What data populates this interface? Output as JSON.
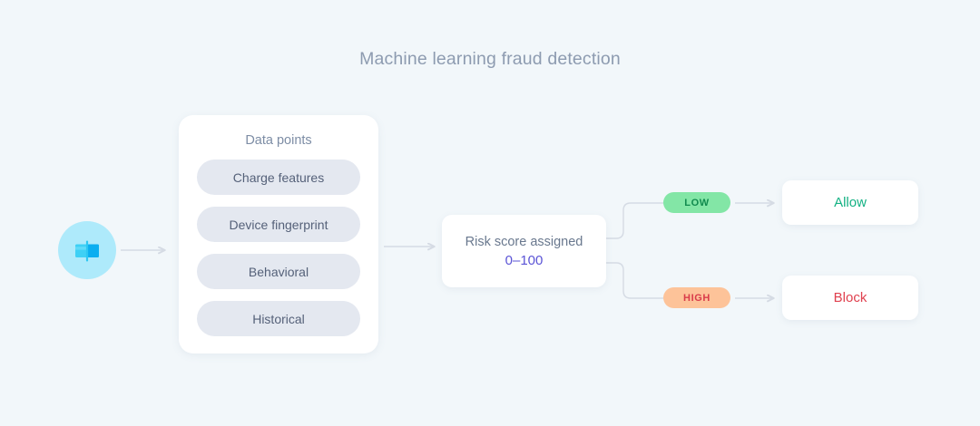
{
  "diagram": {
    "title": "Machine learning fraud detection",
    "background_color": "#f2f7fa",
    "source": {
      "icon": "credit-card-icon",
      "circle_color": "#aeeafb",
      "card_color": "#3ed0f5",
      "card_accent_color": "#0aaef0"
    },
    "data_card": {
      "heading": "Data points",
      "items": [
        {
          "label": "Charge features"
        },
        {
          "label": "Device fingerprint"
        },
        {
          "label": "Behavioral"
        },
        {
          "label": "Historical"
        }
      ],
      "pill_color": "#e4e8f0",
      "pill_text_color": "#556179"
    },
    "risk": {
      "label": "Risk score assigned",
      "range": "0–100",
      "range_color": "#5b54d6"
    },
    "branches": [
      {
        "badge": "LOW",
        "badge_color": "#83e6a6",
        "badge_text_color": "#118a4e",
        "outcome": "Allow",
        "outcome_color": "#13b183"
      },
      {
        "badge": "HIGH",
        "badge_color": "#fdc399",
        "badge_text_color": "#d93c4a",
        "outcome": "Block",
        "outcome_color": "#e0414f"
      }
    ],
    "connector_color": "#d5dbe4"
  }
}
